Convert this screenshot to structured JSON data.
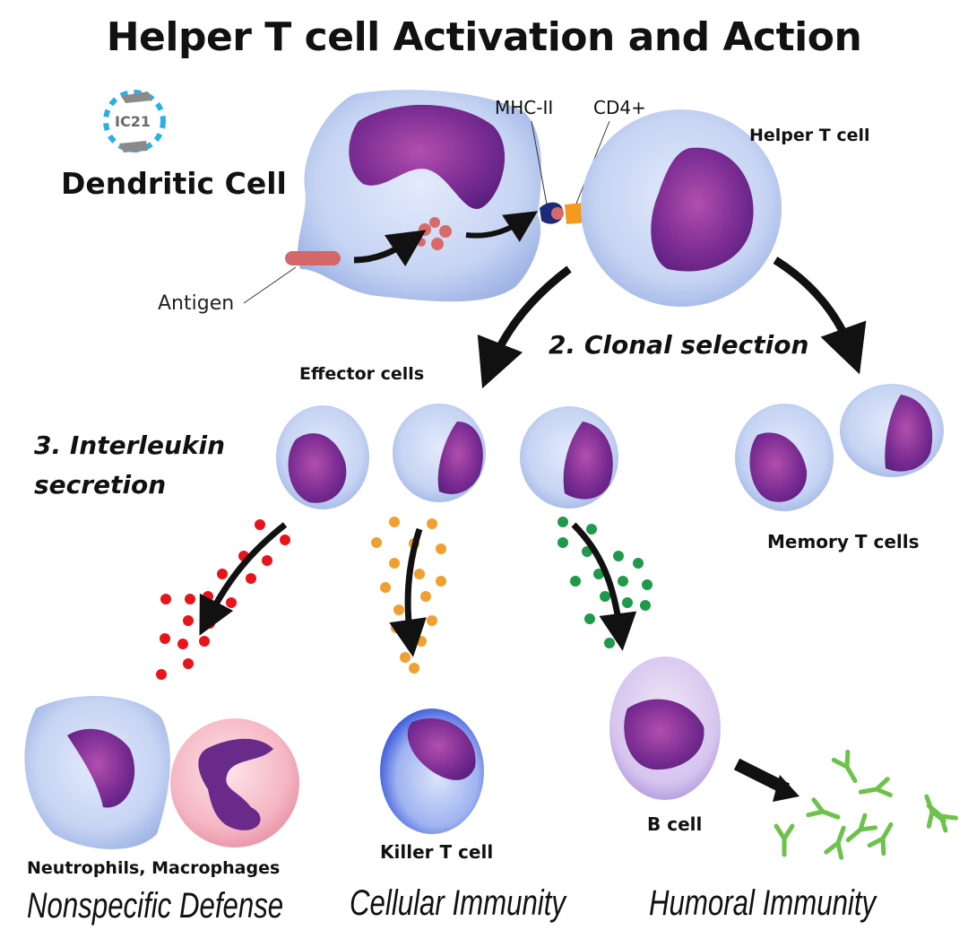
{
  "title": "Helper T cell Activation and Action",
  "logo": {
    "text": "IC21",
    "icon": "ic21-logo-icon",
    "colors": {
      "blue": "#2ab0e6",
      "gray": "#8a8a8a"
    }
  },
  "labels": {
    "dendritic_cell": "Dendritic Cell",
    "antigen": "Antigen",
    "mhc2": "MHC-II",
    "cd4": "CD4+",
    "helper_t_cell": "Helper T cell",
    "clonal_selection": "2. Clonal selection",
    "effector_cells": "Effector cells",
    "interleukin_line1": "3. Interleukin",
    "interleukin_line2": "secretion",
    "memory_t_cells": "Memory T cells",
    "neutrophils_macrophages": "Neutrophils, Macrophages",
    "killer_t_cell": "Killer T cell",
    "b_cell": "B cell",
    "nonspecific_defense": "Nonspecific Defense",
    "cellular_immunity": "Cellular Immunity",
    "humoral_immunity": "Humoral Immunity"
  },
  "colors": {
    "cell_body": "#c9d6f2",
    "cell_edge": "#8fa6e0",
    "nucleus": "#7a2a8f",
    "nucleus_light": "#b04aa8",
    "interleukin_red": "#e8141b",
    "interleukin_orange": "#f0a030",
    "interleukin_green": "#1f9a4a",
    "antibody_green": "#6cc24a",
    "mhc_navy": "#1d2a7a",
    "cd4_orange": "#f39a1f",
    "antigen_pink": "#d96a6a",
    "neutrophil_pink": "#f4b8c4",
    "killer_blue": "#4a6ae0",
    "bcell_lavender": "#d9c8ee"
  }
}
